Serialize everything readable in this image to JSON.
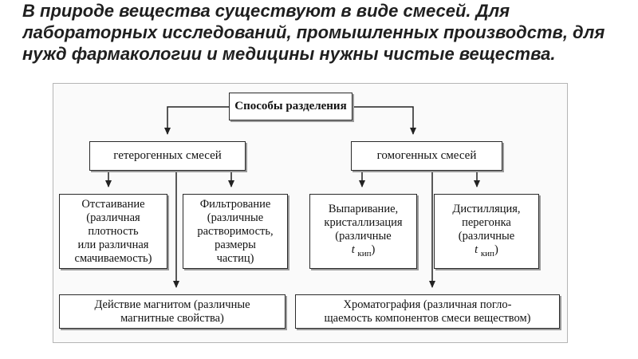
{
  "header": {
    "text": "В природе вещества существуют в виде смесей. Для лабораторных исследований, промышленных производств, для нужд фармакологии и медицины нужны чистые вещества."
  },
  "diagram": {
    "root": "Способы разделения",
    "heterogeneous": "гетерогенных смесей",
    "homogeneous": "гомогенных смесей",
    "settling": "Отстаивание\n(различная\nплотность\nили различная\nсмачиваемость)",
    "filtration": "Фильтрование\n(различные\nрастворимость,\nразмеры\nчастиц)",
    "evaporation": "Выпаривание,\nкристаллизация\n(различные",
    "evaporation_t": "t",
    "evaporation_sub": "кип",
    "evaporation_close": ")",
    "distillation": "Дистилляция,\nперегонка\n(различные",
    "distillation_t": "t",
    "distillation_sub": "кип",
    "distillation_close": ")",
    "magnet": "Действие магнитом (различные\nмагнитные свойства)",
    "chromatography": "Хроматография (различная погло-\nщаемость компонентов смеси веществом)"
  }
}
